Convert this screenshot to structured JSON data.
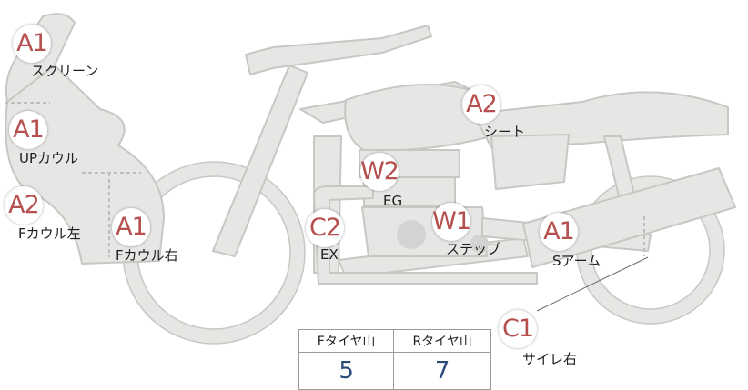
{
  "damage_points": [
    {
      "id": "screen",
      "code": "A1",
      "label": "スクリーン"
    },
    {
      "id": "up-cowl",
      "code": "A1",
      "label": "UPカウル"
    },
    {
      "id": "f-cowl-left",
      "code": "A2",
      "label": "Fカウル左"
    },
    {
      "id": "f-cowl-right",
      "code": "A1",
      "label": "Fカウル右"
    },
    {
      "id": "exhaust",
      "code": "C2",
      "label": "EX"
    },
    {
      "id": "engine",
      "code": "W2",
      "label": "EG"
    },
    {
      "id": "step",
      "code": "W1",
      "label": "ステップ"
    },
    {
      "id": "seat",
      "code": "A2",
      "label": "シート"
    },
    {
      "id": "swing-arm",
      "code": "A1",
      "label": "Sアーム"
    },
    {
      "id": "silencer-right",
      "code": "C1",
      "label": "サイレ右"
    }
  ],
  "tread_table": {
    "front_header": "Fタイヤ山",
    "rear_header": "Rタイヤ山",
    "front_value": "5",
    "rear_value": "7"
  },
  "colors": {
    "bike_fill": "#e6e6e4",
    "bike_stroke": "#c7c7c4",
    "code_text": "#b5504f",
    "value_text": "#2b4a7a"
  }
}
